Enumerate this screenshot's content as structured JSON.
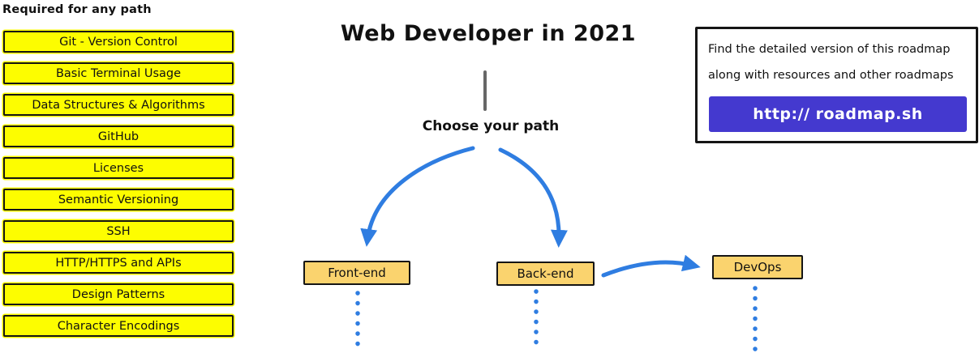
{
  "sidebar": {
    "title": "Required for any path",
    "items": [
      "Git - Version Control",
      "Basic Terminal Usage",
      "Data Structures & Algorithms",
      "GitHub",
      "Licenses",
      "Semantic Versioning",
      "SSH",
      "HTTP/HTTPS and APIs",
      "Design Patterns",
      "Character Encodings"
    ]
  },
  "header": {
    "title": "Web Developer in 2021"
  },
  "flow": {
    "prompt": "Choose your path",
    "nodes": [
      {
        "label": "Front-end"
      },
      {
        "label": "Back-end"
      },
      {
        "label": "DevOps"
      }
    ]
  },
  "info_box": {
    "line1": "Find the detailed version of this roadmap",
    "line2": "along with resources and other roadmaps",
    "button_label": "http:// roadmap.sh"
  },
  "colors": {
    "accent": "#4439cf",
    "arrow": "#2f7de1",
    "required-fill": "#fdfd00",
    "path-fill": "#fad36e"
  }
}
